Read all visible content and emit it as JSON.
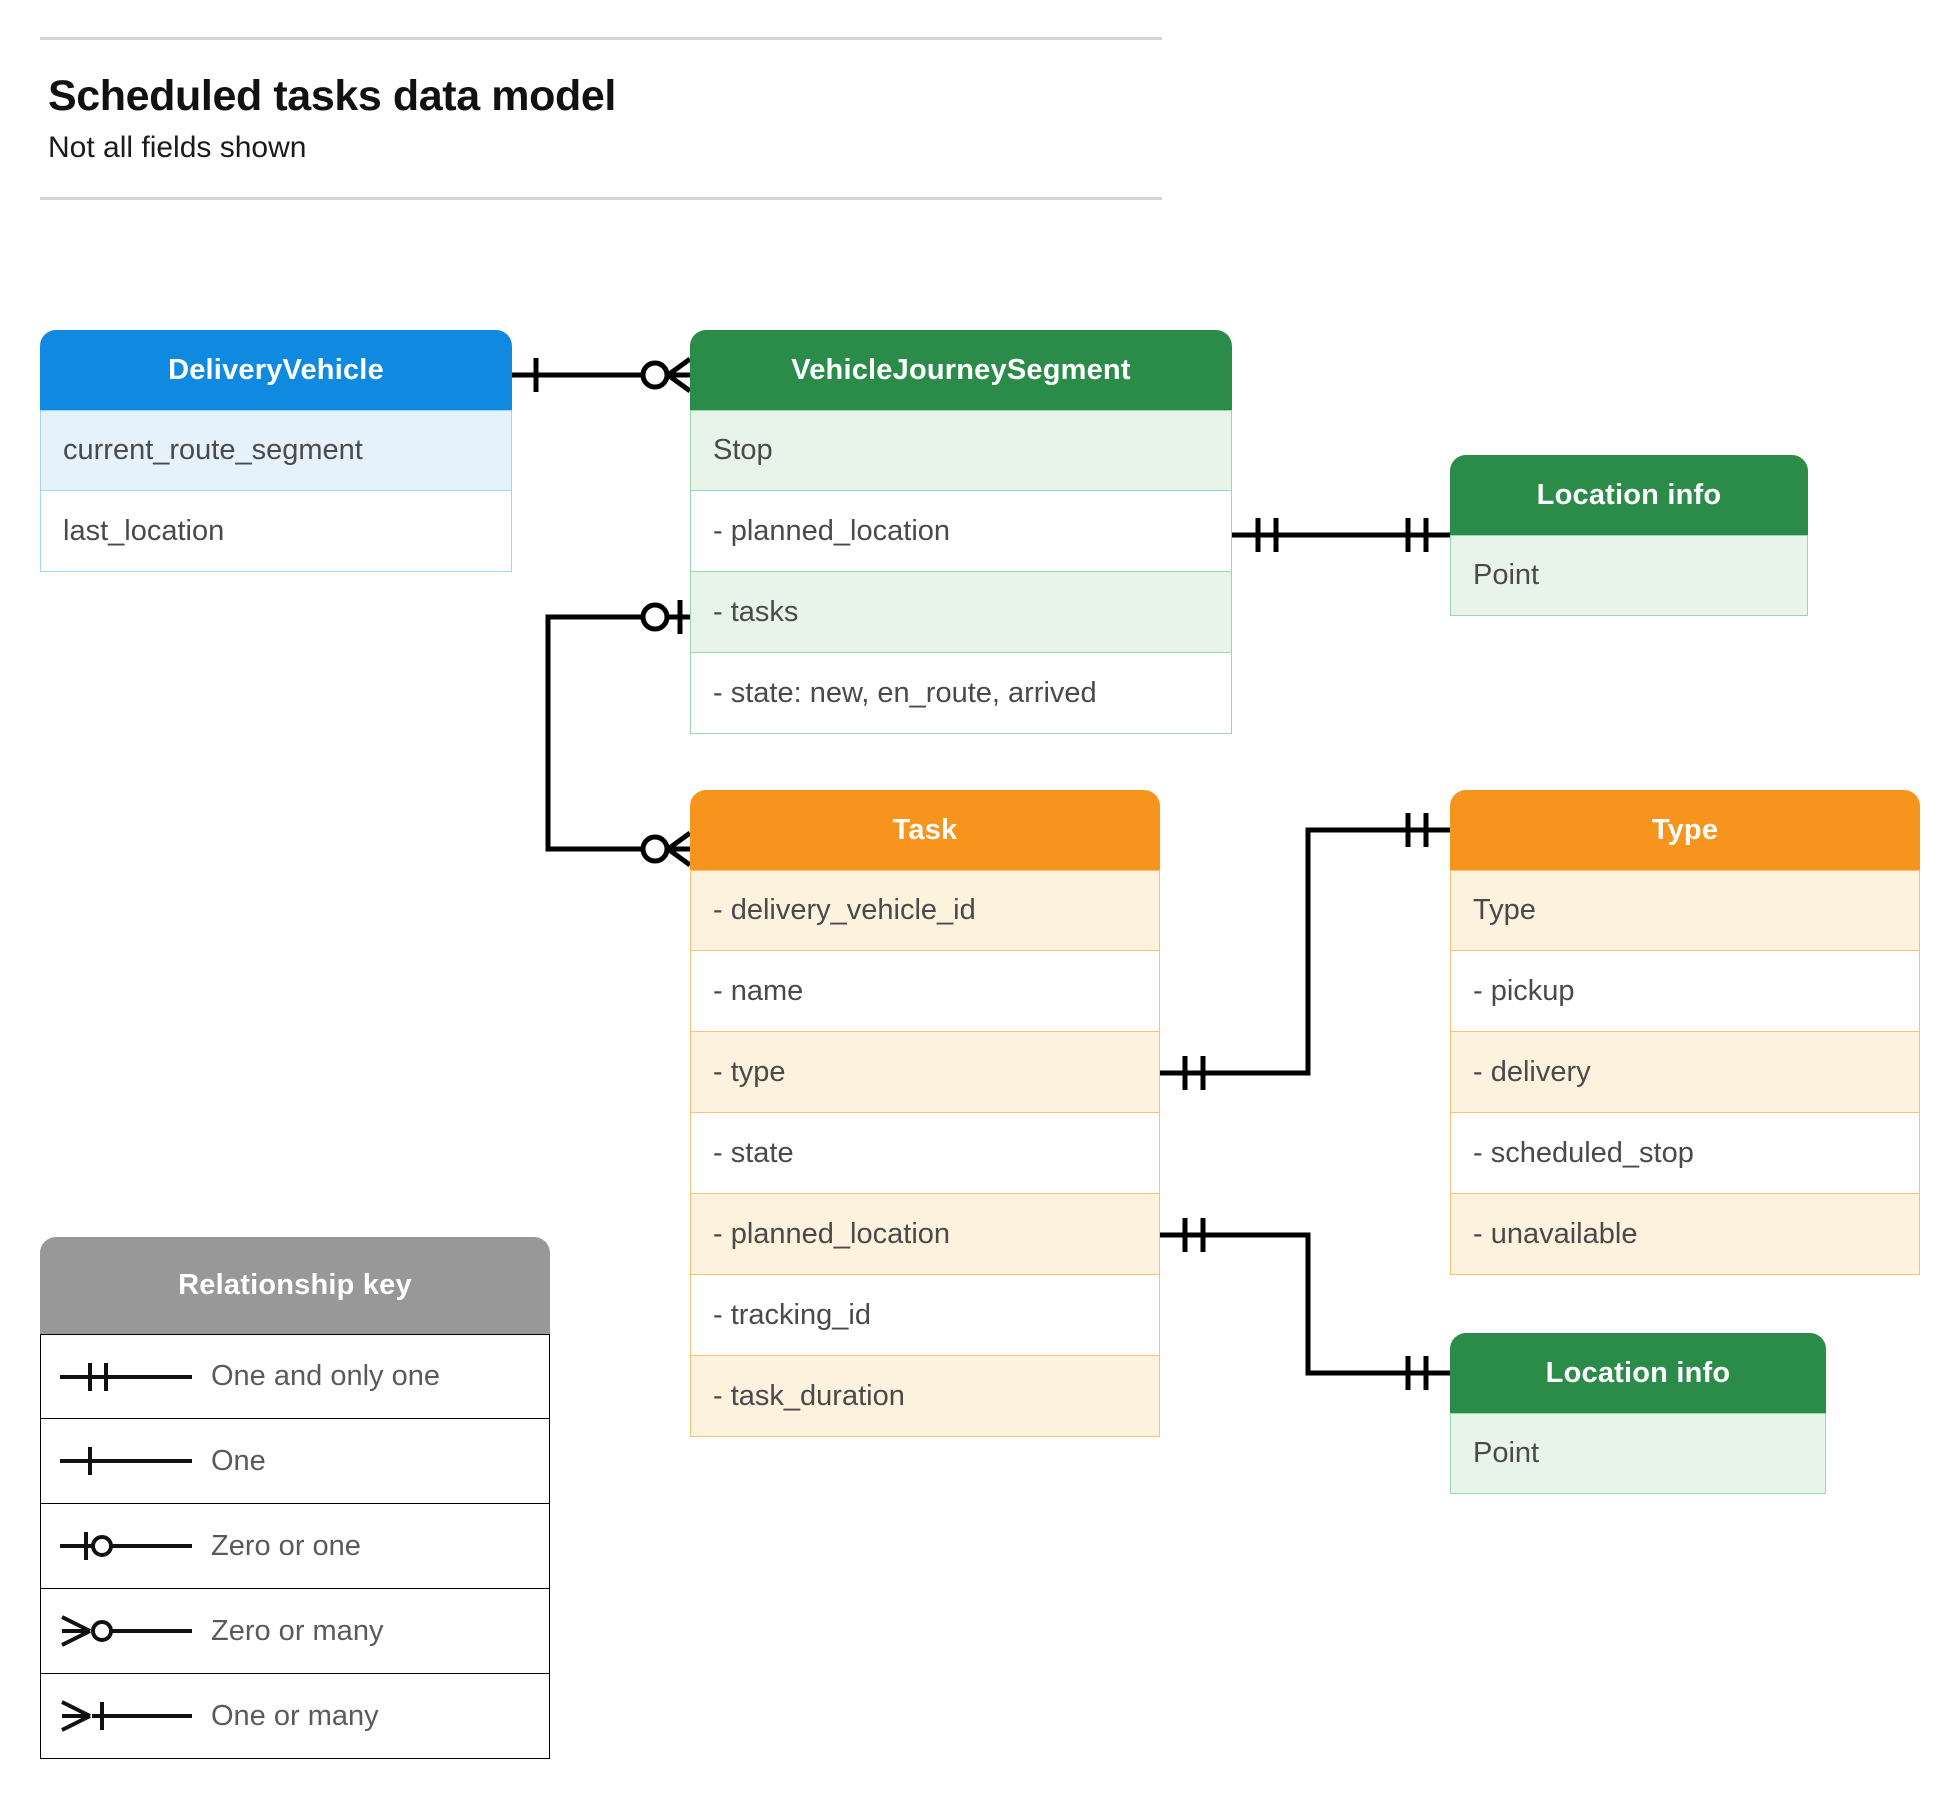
{
  "header": {
    "title": "Scheduled tasks data model",
    "subtitle": "Not all fields shown"
  },
  "colors": {
    "blue_header": "#1089e0",
    "blue_row_alt": "#e5f1fb",
    "blue_border": "#a5d3f2",
    "green_header": "#2b8c4a",
    "green_row_alt": "#e8f3ea",
    "green_border": "#9ad6ae",
    "orange_header": "#f7941e",
    "orange_row_alt": "#fdf2dd",
    "orange_border": "#f9c171",
    "gray_header": "#989898",
    "gray_row_alt": "#eaeaea",
    "gray_border": "#bdbdbd",
    "line": "#000000",
    "text": "#4a4a4a"
  },
  "entities": {
    "delivery_vehicle": {
      "title": "DeliveryVehicle",
      "rows": [
        "current_route_segment",
        "last_location"
      ]
    },
    "vehicle_journey_segment": {
      "title": "VehicleJourneySegment",
      "rows": [
        "Stop",
        "-  planned_location",
        "- tasks",
        "- state: new, en_route, arrived"
      ]
    },
    "location_info_top": {
      "title": "Location info",
      "rows": [
        "Point"
      ]
    },
    "task": {
      "title": "Task",
      "rows": [
        "- delivery_vehicle_id",
        "- name",
        "- type",
        "- state",
        "- planned_location",
        "- tracking_id",
        "- task_duration"
      ]
    },
    "type": {
      "title": "Type",
      "rows": [
        "Type",
        "-   pickup",
        "-   delivery",
        "-   scheduled_stop",
        "-   unavailable"
      ]
    },
    "location_info_bottom": {
      "title": "Location info",
      "rows": [
        "Point"
      ]
    }
  },
  "legend": {
    "title": "Relationship key",
    "items": [
      {
        "glyph": "one-and-only-one-icon",
        "label": "One and only one"
      },
      {
        "glyph": "one-icon",
        "label": "One"
      },
      {
        "glyph": "zero-or-one-icon",
        "label": "Zero or one"
      },
      {
        "glyph": "zero-or-many-icon",
        "label": "Zero or many"
      },
      {
        "glyph": "one-or-many-icon",
        "label": "One or many"
      }
    ]
  },
  "relationships": [
    {
      "from": "delivery_vehicle",
      "from_card": "one",
      "to": "vehicle_journey_segment",
      "to_card": "zero-or-many"
    },
    {
      "from": "vehicle_journey_segment.tasks",
      "from_card": "zero-or-one",
      "to": "task",
      "to_card": "zero-or-many"
    },
    {
      "from": "vehicle_journey_segment.planned_location",
      "from_card": "one-and-only-one",
      "to": "location_info_top",
      "to_card": "one-and-only-one"
    },
    {
      "from": "task.type",
      "from_card": "one-and-only-one",
      "to": "type",
      "to_card": "one-and-only-one"
    },
    {
      "from": "task.planned_location",
      "from_card": "one-and-only-one",
      "to": "location_info_bottom",
      "to_card": "one-and-only-one"
    }
  ]
}
